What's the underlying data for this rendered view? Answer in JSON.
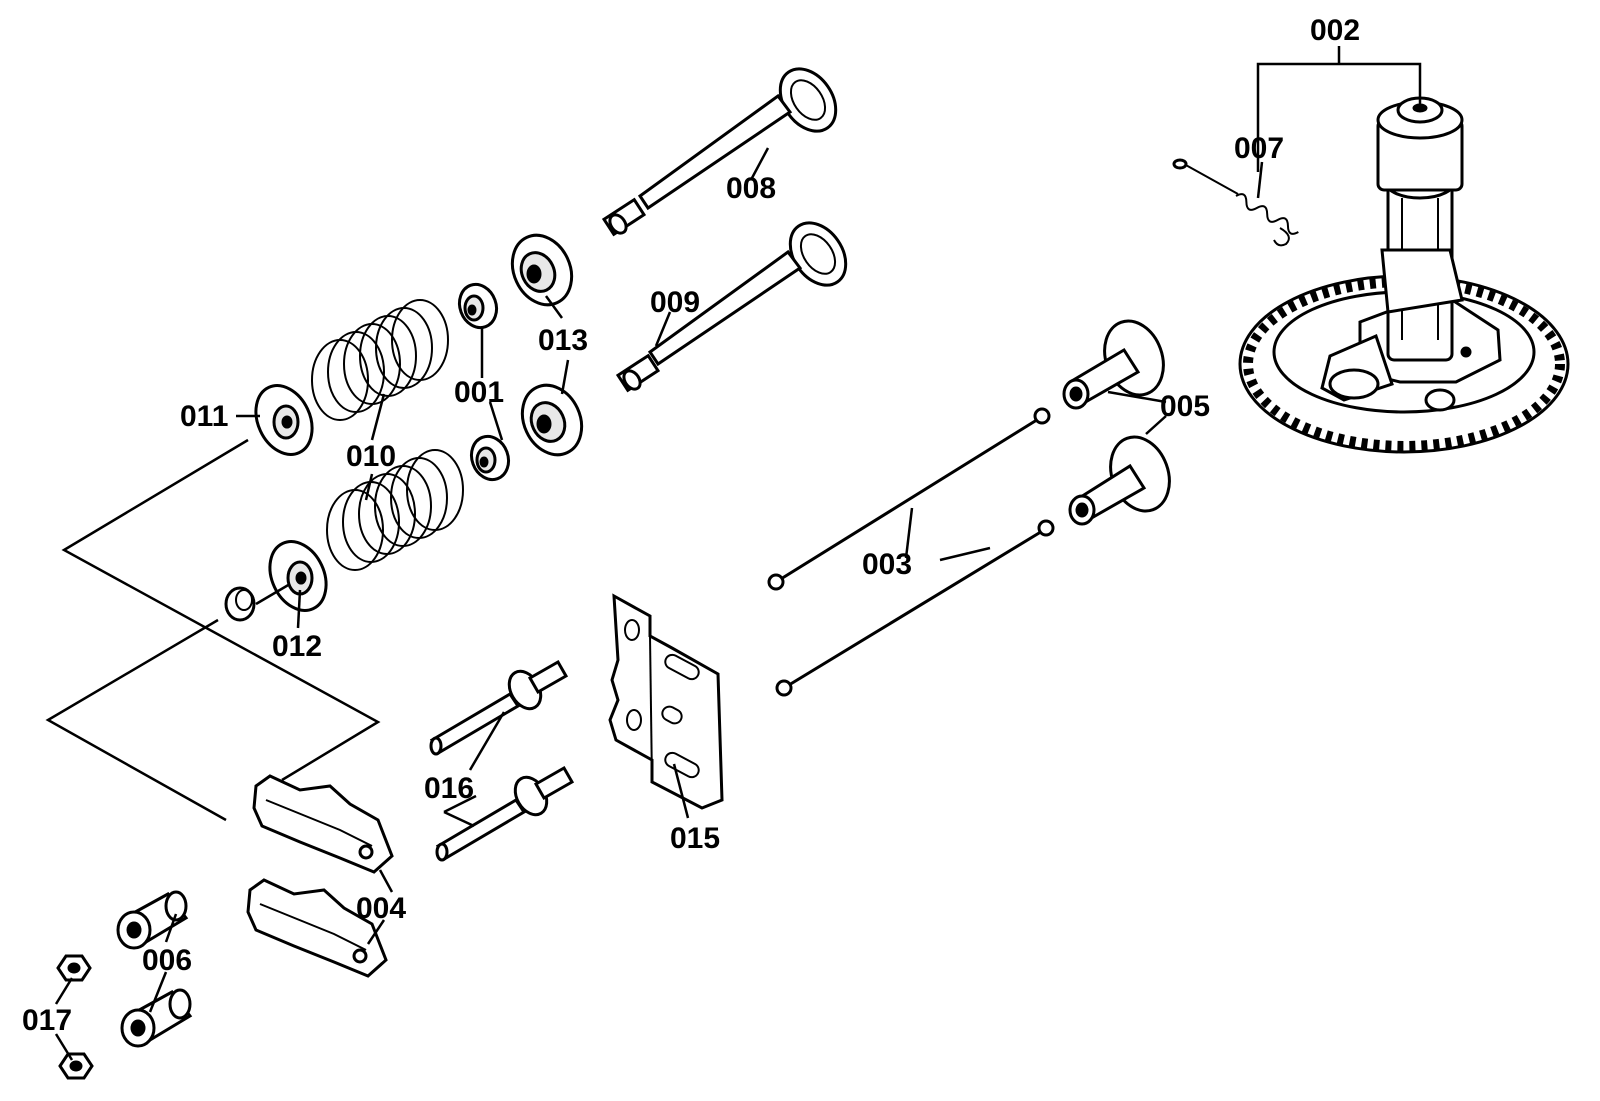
{
  "callouts": {
    "c001": "001",
    "c002": "002",
    "c003": "003",
    "c004": "004",
    "c005": "005",
    "c006": "006",
    "c007": "007",
    "c008": "008",
    "c009": "009",
    "c010": "010",
    "c011": "011",
    "c012": "012",
    "c013": "013",
    "c015": "015",
    "c016": "016",
    "c017": "017"
  }
}
